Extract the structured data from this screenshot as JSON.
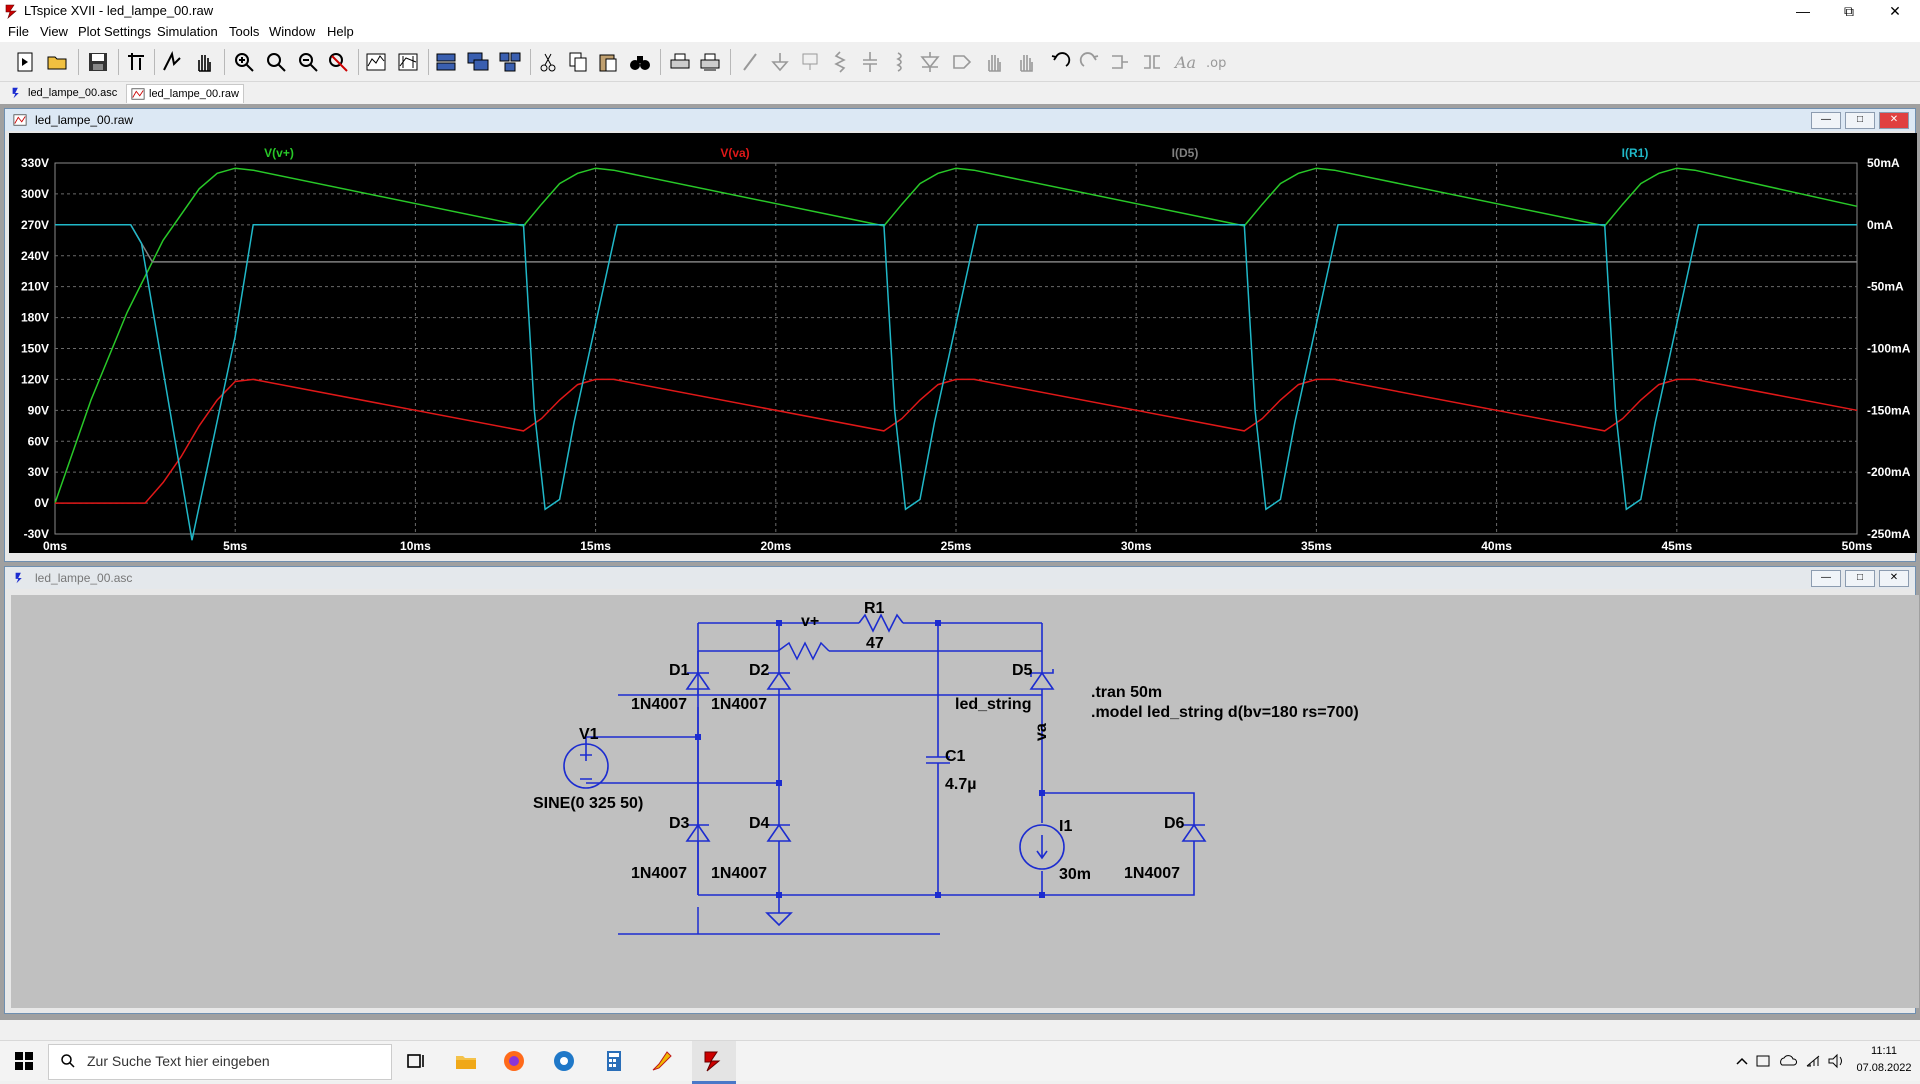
{
  "window": {
    "title": "LTspice XVII - led_lampe_00.raw"
  },
  "menu": [
    "File",
    "View",
    "Plot Settings",
    "Simulation",
    "Tools",
    "Window",
    "Help"
  ],
  "doc_tabs": [
    {
      "label": "led_lampe_00.asc",
      "icon": "schematic-icon"
    },
    {
      "label": "led_lampe_00.raw",
      "icon": "waveform-icon"
    }
  ],
  "plot_window": {
    "title": "led_lampe_00.raw",
    "colors": {
      "background": "#000000",
      "grid": "#6a6a6a",
      "v_vplus": "#28c828",
      "v_va": "#e01818",
      "i_d5": "#808080",
      "i_r1": "#20b8c8"
    }
  },
  "chart_data": {
    "type": "line",
    "series": [
      {
        "name": "V(v+)",
        "axis": "left",
        "color": "#28c828",
        "x": [
          0,
          0.5,
          1,
          2,
          3,
          4,
          4.5,
          5,
          5.5,
          13,
          13.5,
          14,
          14.5,
          15,
          15.5,
          23,
          23.5,
          24,
          24.5,
          25,
          25.5,
          33,
          33.5,
          34,
          34.5,
          35,
          35.5,
          43,
          43.5,
          44,
          44.5,
          45,
          45.5,
          50
        ],
        "y": [
          0,
          50,
          100,
          185,
          255,
          305,
          320,
          325,
          323,
          269,
          290,
          310,
          320,
          325,
          323,
          269,
          290,
          310,
          320,
          325,
          323,
          269,
          290,
          310,
          320,
          325,
          323,
          269,
          290,
          310,
          320,
          325,
          323,
          288
        ]
      },
      {
        "name": "V(va)",
        "axis": "left",
        "color": "#e01818",
        "x": [
          0,
          2.5,
          3,
          3.5,
          4,
          4.5,
          5,
          5.5,
          13,
          13.5,
          14,
          14.5,
          15,
          15.5,
          23,
          23.5,
          24,
          24.5,
          25,
          25.5,
          33,
          33.5,
          34,
          34.5,
          35,
          35.5,
          43,
          43.5,
          44,
          44.5,
          45,
          45.5,
          50
        ],
        "y": [
          0,
          0,
          20,
          45,
          75,
          100,
          118,
          120,
          70,
          82,
          100,
          115,
          120,
          120,
          70,
          82,
          100,
          115,
          120,
          120,
          70,
          82,
          100,
          115,
          120,
          120,
          70,
          82,
          100,
          115,
          120,
          120,
          90
        ]
      },
      {
        "name": "I(D5)",
        "axis": "right",
        "color": "#808080",
        "x": [
          0,
          2.1,
          2.4,
          2.7,
          5,
          50
        ],
        "y": [
          0,
          0,
          -15,
          -30,
          -30,
          -30
        ]
      },
      {
        "name": "I(R1)",
        "axis": "right",
        "color": "#20b8c8",
        "x": [
          0,
          2.1,
          2.4,
          3.8,
          4.2,
          5,
          5.5,
          13,
          13.3,
          13.6,
          14,
          14.4,
          15,
          15.6,
          23,
          23.3,
          23.6,
          24,
          24.4,
          25,
          25.6,
          33,
          33.3,
          33.6,
          34,
          34.4,
          35,
          35.6,
          43,
          43.3,
          43.6,
          44,
          44.4,
          45,
          45.6,
          50
        ],
        "y": [
          0,
          0,
          -15,
          -255,
          -200,
          -90,
          0,
          0,
          -150,
          -230,
          -222,
          -160,
          -80,
          0,
          0,
          -150,
          -230,
          -222,
          -160,
          -80,
          0,
          0,
          -150,
          -230,
          -222,
          -160,
          -80,
          0,
          0,
          -150,
          -230,
          -222,
          -160,
          -80,
          0,
          0
        ]
      }
    ],
    "xlabel": "",
    "xlim": [
      0,
      50
    ],
    "x_ticks": [
      "0ms",
      "5ms",
      "10ms",
      "15ms",
      "20ms",
      "25ms",
      "30ms",
      "35ms",
      "40ms",
      "45ms",
      "50ms"
    ],
    "left_ylim": [
      -30,
      330
    ],
    "left_ticks": [
      "330V",
      "300V",
      "270V",
      "240V",
      "210V",
      "180V",
      "150V",
      "120V",
      "90V",
      "60V",
      "30V",
      "0V",
      "-30V"
    ],
    "right_ylim": [
      -250,
      50
    ],
    "right_ticks": [
      "50mA",
      "0mA",
      "-50mA",
      "-100mA",
      "-150mA",
      "-200mA",
      "-250mA"
    ],
    "grid": true,
    "legend": "top"
  },
  "schematic_window": {
    "title": "led_lampe_00.asc",
    "wire_color": "#1c2cd0",
    "labels": {
      "r1": "R1",
      "r1_val": "47",
      "vplus": "v+",
      "d1": "D1",
      "d1_val": "1N4007",
      "d2": "D2",
      "d2_val": "1N4007",
      "d3": "D3",
      "d3_val": "1N4007",
      "d4": "D4",
      "d4_val": "1N4007",
      "d5": "D5",
      "d5_val": "led_string",
      "d6": "D6",
      "d6_val": "1N4007",
      "v1": "V1",
      "v1_val": "SINE(0 325 50)",
      "c1": "C1",
      "c1_val": "4.7µ",
      "i1": "I1",
      "i1_val": "30m",
      "va": "va",
      "directive1": ".tran 50m",
      "directive2": ".model led_string d(bv=180 rs=700)"
    }
  },
  "taskbar": {
    "search_placeholder": "Zur Suche Text hier eingeben",
    "time": "11:11",
    "date": "07.08.2022"
  }
}
